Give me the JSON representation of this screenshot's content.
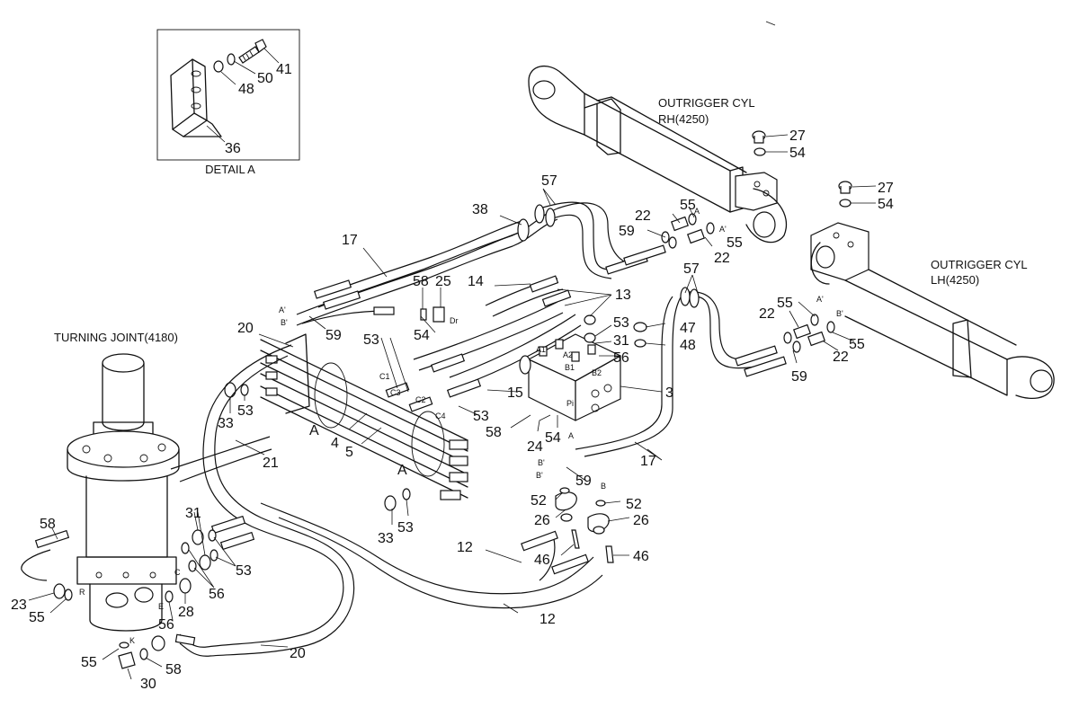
{
  "titles": {
    "detail": "DETAIL A",
    "turning_joint": "TURNING JOINT(4180)",
    "rh_line1": "OUTRIGGER CYL",
    "rh_line2": "RH(4250)",
    "lh_line1": "OUTRIGGER CYL",
    "lh_line2": "LH(4250)"
  },
  "part_labels": [
    {
      "id": "p41",
      "text": "41"
    },
    {
      "id": "p50",
      "text": "50"
    },
    {
      "id": "p48a",
      "text": "48"
    },
    {
      "id": "p36",
      "text": "36"
    },
    {
      "id": "p27a",
      "text": "27"
    },
    {
      "id": "p54a",
      "text": "54"
    },
    {
      "id": "p27b",
      "text": "27"
    },
    {
      "id": "p54b",
      "text": "54"
    },
    {
      "id": "p57a",
      "text": "57"
    },
    {
      "id": "p38",
      "text": "38"
    },
    {
      "id": "p55a",
      "text": "55"
    },
    {
      "id": "p22a",
      "text": "22"
    },
    {
      "id": "p59a",
      "text": "59"
    },
    {
      "id": "p22b",
      "text": "22"
    },
    {
      "id": "p55b",
      "text": "55"
    },
    {
      "id": "p17a",
      "text": "17"
    },
    {
      "id": "p58a",
      "text": "58"
    },
    {
      "id": "p25",
      "text": "25"
    },
    {
      "id": "p14",
      "text": "14"
    },
    {
      "id": "p13",
      "text": "13"
    },
    {
      "id": "p57b",
      "text": "57"
    },
    {
      "id": "p55c",
      "text": "55"
    },
    {
      "id": "p22c",
      "text": "22"
    },
    {
      "id": "p20a",
      "text": "20"
    },
    {
      "id": "p59b",
      "text": "59"
    },
    {
      "id": "p54c",
      "text": "54"
    },
    {
      "id": "p53a",
      "text": "53"
    },
    {
      "id": "p53b",
      "text": "53"
    },
    {
      "id": "p47",
      "text": "47"
    },
    {
      "id": "p31a",
      "text": "31"
    },
    {
      "id": "p48b",
      "text": "48"
    },
    {
      "id": "p55d",
      "text": "55"
    },
    {
      "id": "p22d",
      "text": "22"
    },
    {
      "id": "p56a",
      "text": "56"
    },
    {
      "id": "p59c",
      "text": "59"
    },
    {
      "id": "p15",
      "text": "15"
    },
    {
      "id": "p3",
      "text": "3"
    },
    {
      "id": "p33a",
      "text": "33"
    },
    {
      "id": "p53c",
      "text": "53"
    },
    {
      "id": "pA1",
      "text": "A"
    },
    {
      "id": "p53d",
      "text": "53"
    },
    {
      "id": "p58b",
      "text": "58"
    },
    {
      "id": "p4",
      "text": "4"
    },
    {
      "id": "p5",
      "text": "5"
    },
    {
      "id": "p24",
      "text": "24"
    },
    {
      "id": "p54d",
      "text": "54"
    },
    {
      "id": "p21",
      "text": "21"
    },
    {
      "id": "pA2",
      "text": "A"
    },
    {
      "id": "p17b",
      "text": "17"
    },
    {
      "id": "p59d",
      "text": "59"
    },
    {
      "id": "p52a",
      "text": "52"
    },
    {
      "id": "p52b",
      "text": "52"
    },
    {
      "id": "p26a",
      "text": "26"
    },
    {
      "id": "p26b",
      "text": "26"
    },
    {
      "id": "p33b",
      "text": "33"
    },
    {
      "id": "p53e",
      "text": "53"
    },
    {
      "id": "p58c",
      "text": "58"
    },
    {
      "id": "p31b",
      "text": "31"
    },
    {
      "id": "p53f",
      "text": "53"
    },
    {
      "id": "p12a",
      "text": "12"
    },
    {
      "id": "p46a",
      "text": "46"
    },
    {
      "id": "p46b",
      "text": "46"
    },
    {
      "id": "p56b",
      "text": "56"
    },
    {
      "id": "p23",
      "text": "23"
    },
    {
      "id": "p55e",
      "text": "55"
    },
    {
      "id": "p28",
      "text": "28"
    },
    {
      "id": "p56c",
      "text": "56"
    },
    {
      "id": "p12b",
      "text": "12"
    },
    {
      "id": "p20b",
      "text": "20"
    },
    {
      "id": "p55f",
      "text": "55"
    },
    {
      "id": "p58d",
      "text": "58"
    },
    {
      "id": "p30",
      "text": "30"
    }
  ],
  "port_labels": [
    {
      "id": "q1",
      "text": "A'"
    },
    {
      "id": "q2",
      "text": "B'"
    },
    {
      "id": "q3",
      "text": "A'"
    },
    {
      "id": "q4",
      "text": "A"
    },
    {
      "id": "q5",
      "text": "B"
    },
    {
      "id": "q6",
      "text": "A'"
    },
    {
      "id": "q7",
      "text": "B'"
    },
    {
      "id": "q8",
      "text": "Dr"
    },
    {
      "id": "q9",
      "text": "C1"
    },
    {
      "id": "q10",
      "text": "C3"
    },
    {
      "id": "q11",
      "text": "C2"
    },
    {
      "id": "q12",
      "text": "C4"
    },
    {
      "id": "q13",
      "text": "A1"
    },
    {
      "id": "q14",
      "text": "A2"
    },
    {
      "id": "q15",
      "text": "B1"
    },
    {
      "id": "q16",
      "text": "B2"
    },
    {
      "id": "q17",
      "text": "Pi"
    },
    {
      "id": "q18",
      "text": "A"
    },
    {
      "id": "q19",
      "text": "B'"
    },
    {
      "id": "q20",
      "text": "B'"
    },
    {
      "id": "q21",
      "text": "B"
    },
    {
      "id": "q22",
      "text": "R"
    },
    {
      "id": "q23",
      "text": "C"
    },
    {
      "id": "q24",
      "text": "E"
    },
    {
      "id": "q25",
      "text": "K"
    },
    {
      "id": "q26",
      "text": "A"
    },
    {
      "id": "q27",
      "text": "B"
    }
  ]
}
